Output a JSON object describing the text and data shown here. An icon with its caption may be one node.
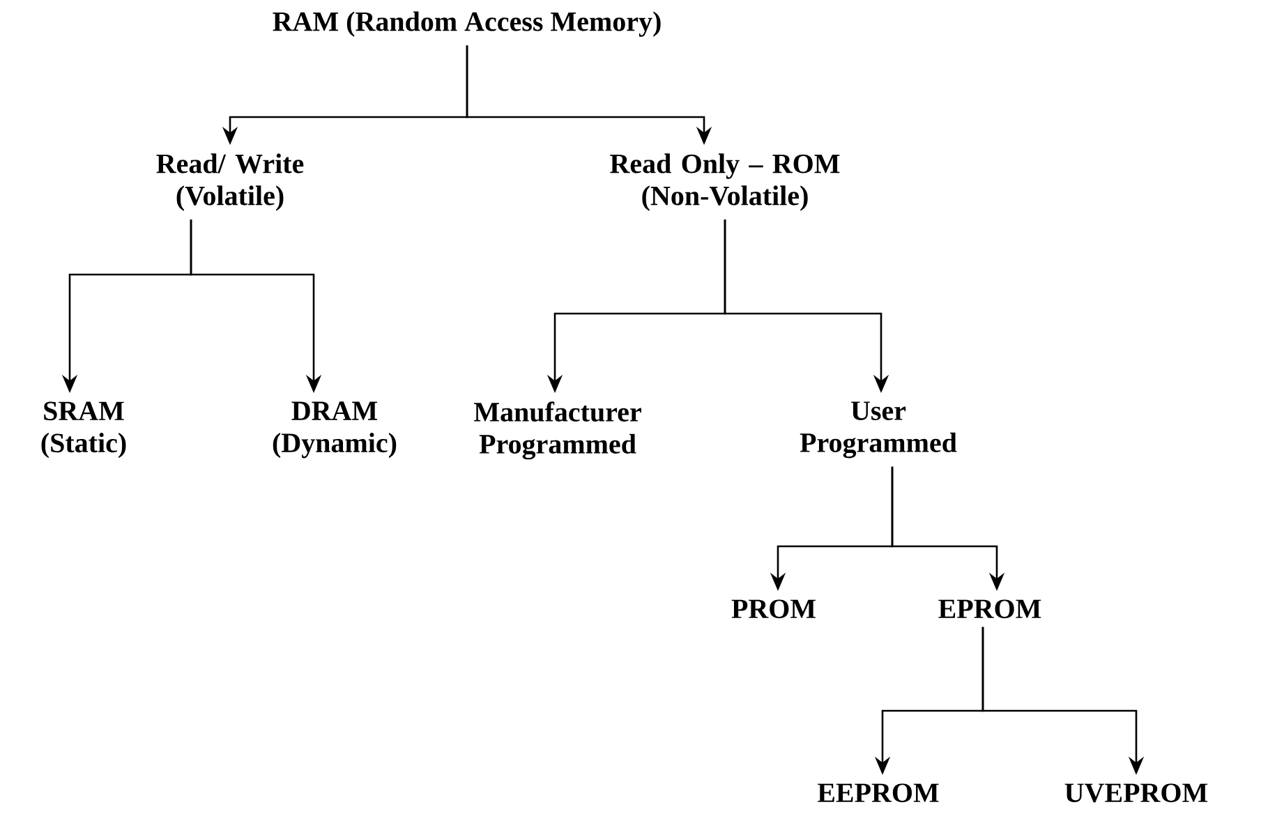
{
  "diagram": {
    "nodes": [
      {
        "text": [
          "RAM (Random Access Memory)"
        ]
      },
      {
        "text": [
          "Read/ Write (Volatile)"
        ]
      },
      {
        "text": [
          "Read Only – ROM (Non-Volatile)"
        ]
      },
      {
        "text": [
          "SRAM (Static)"
        ]
      },
      {
        "text": [
          "DRAM (Dynamic)"
        ]
      },
      {
        "text": [
          "Manufacturer Programmed"
        ]
      },
      {
        "text": [
          "User Programmed"
        ]
      },
      {
        "text": [
          "PROM"
        ]
      },
      {
        "text": [
          "EPROM"
        ]
      },
      {
        "text": [
          "EEPROM"
        ]
      },
      {
        "text": [
          "UVEPROM"
        ]
      }
    ],
    "edges": [
      {
        "from": 0,
        "to": 1,
        "arrow": "to"
      },
      {
        "from": 0,
        "to": 2,
        "arrow": "to"
      },
      {
        "from": 1,
        "to": 3,
        "arrow": "to"
      },
      {
        "from": 1,
        "to": 4,
        "arrow": "to"
      },
      {
        "from": 2,
        "to": 5,
        "arrow": "to"
      },
      {
        "from": 2,
        "to": 6,
        "arrow": "to"
      },
      {
        "from": 6,
        "to": 7,
        "arrow": "to"
      },
      {
        "from": 6,
        "to": 8,
        "arrow": "to"
      },
      {
        "from": 8,
        "to": 9,
        "arrow": "to"
      },
      {
        "from": 8,
        "to": 10,
        "arrow": "to"
      }
    ]
  }
}
